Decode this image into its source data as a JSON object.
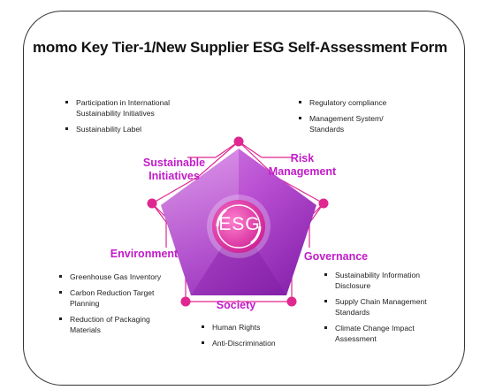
{
  "title": "momo Key Tier-1/New Supplier ESG Self-Assessment Form",
  "center_label": "ESG",
  "colors": {
    "accent": "#c21bc9",
    "pentagon_light": "#d26ee0",
    "pentagon_dark": "#8a1ba8",
    "node": "#e0278f"
  },
  "dimensions": {
    "sustainable_initiatives": {
      "label": "Sustainable Initiatives",
      "items": [
        "Participation in International Sustainability Initiatives",
        "Sustainability Label"
      ]
    },
    "risk_management": {
      "label": "Risk Management",
      "items": [
        "Regulatory compliance",
        "Management System/ Standards"
      ]
    },
    "governance": {
      "label": "Governance",
      "items": [
        "Sustainability Information Disclosure",
        "Supply Chain Management Standards",
        "Climate Change Impact Assessment"
      ]
    },
    "society": {
      "label": "Society",
      "items": [
        "Human Rights",
        "Anti-Discrimination"
      ]
    },
    "environment": {
      "label": "Environment",
      "items": [
        "Greenhouse Gas Inventory",
        "Carbon Reduction Target Planning",
        "Reduction of Packaging Materials"
      ]
    }
  }
}
